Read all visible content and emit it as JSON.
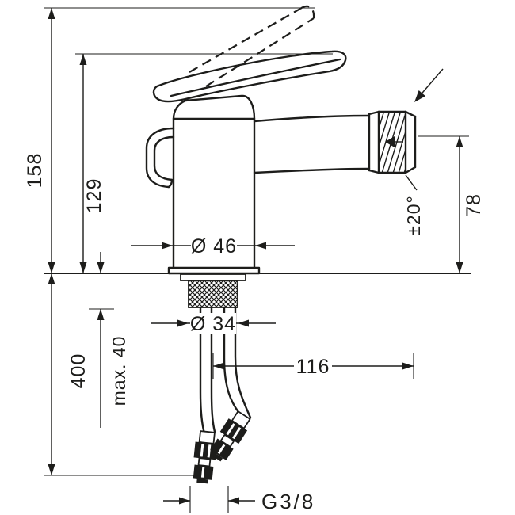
{
  "colors": {
    "background": "#ffffff",
    "line": "#1d1d1b"
  },
  "dimensions": {
    "total_height": "158",
    "handle_height": "129",
    "hose_length": "400",
    "max_mounting_thickness": "max. 40",
    "body_diameter": "Ø 46",
    "shank_diameter": "Ø 34",
    "reach": "116",
    "outlet_height": "78",
    "swivel_angle": "±20°",
    "connection_thread": "G3/8"
  }
}
